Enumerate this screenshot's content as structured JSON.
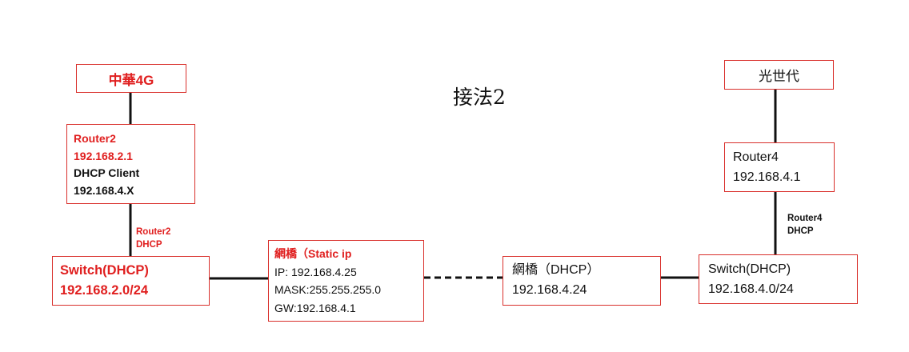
{
  "title": "接法2",
  "left": {
    "isp": "中華4G",
    "router": [
      "Router2",
      "192.168.2.1",
      "DHCP Client",
      "192.168.4.X"
    ],
    "link_label": [
      "Router2",
      "DHCP"
    ],
    "switch": [
      "Switch(DHCP)",
      "192.168.2.0/24"
    ],
    "bridge": [
      "網橋（Static ip",
      "IP: 192.168.4.25",
      "MASK:255.255.255.0",
      "GW:192.168.4.1"
    ]
  },
  "right": {
    "isp": "光世代",
    "router": [
      "Router4",
      "192.168.4.1"
    ],
    "link_label": [
      "Router4",
      "DHCP"
    ],
    "switch": [
      "Switch(DHCP)",
      "192.168.4.0/24"
    ],
    "bridge": [
      "網橋（DHCP）",
      "192.168.4.24"
    ]
  },
  "colors": {
    "box_border": "#d9302c",
    "accent_text": "#e01f1f",
    "text": "#111111",
    "line": "#111111"
  }
}
